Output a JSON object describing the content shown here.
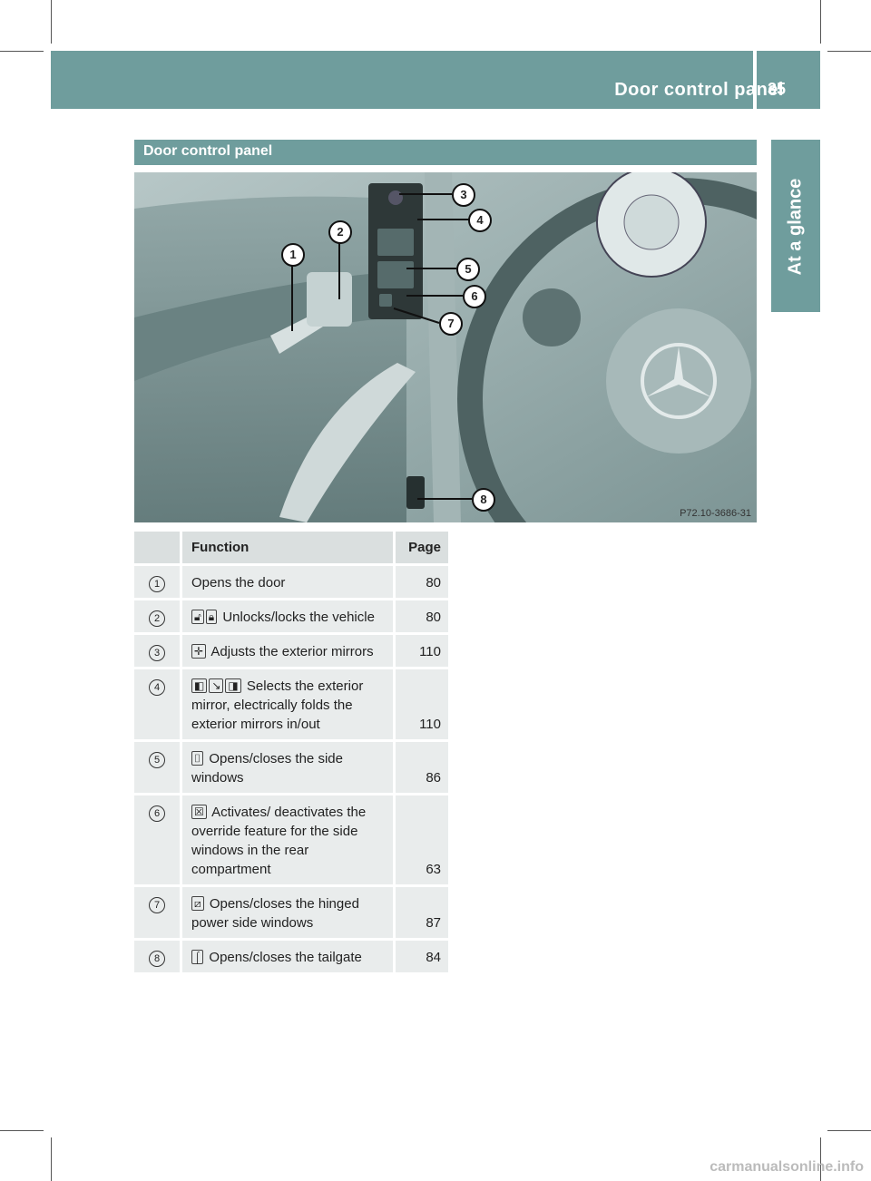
{
  "header": {
    "title": "Door control panel",
    "page_number": "35"
  },
  "side_tab": {
    "label": "At a glance"
  },
  "section": {
    "title": "Door control panel"
  },
  "figure": {
    "callouts": [
      "1",
      "2",
      "3",
      "4",
      "5",
      "6",
      "7",
      "8"
    ],
    "code": "P72.10-3686-31"
  },
  "table": {
    "headers": {
      "number": "",
      "function": "Function",
      "page": "Page"
    },
    "rows": [
      {
        "num": "1",
        "symbols": [],
        "text": "Opens the door",
        "page": "80"
      },
      {
        "num": "2",
        "symbols": [
          "lock-open-icon",
          "lock-closed-icon"
        ],
        "text": "Unlocks/locks the vehicle",
        "page": "80"
      },
      {
        "num": "3",
        "symbols": [
          "mirror-adjust-icon"
        ],
        "text": "Adjusts the exterior mirrors",
        "page": "110"
      },
      {
        "num": "4",
        "symbols": [
          "mirror-left-icon",
          "mirror-fold-icon",
          "mirror-right-icon"
        ],
        "text": "Selects the exterior mirror, electrically folds the exterior mirrors in/out",
        "page": "110"
      },
      {
        "num": "5",
        "symbols": [
          "window-icon"
        ],
        "text": "Opens/closes the side windows",
        "page": "86"
      },
      {
        "num": "6",
        "symbols": [
          "override-icon"
        ],
        "text": "Activates/ deactivates the override feature for the side windows in the rear compartment",
        "page": "63"
      },
      {
        "num": "7",
        "symbols": [
          "hinged-window-icon"
        ],
        "text": "Opens/closes the hinged power side windows",
        "page": "87"
      },
      {
        "num": "8",
        "symbols": [
          "tailgate-icon"
        ],
        "text": "Opens/closes the tailgate",
        "page": "84"
      }
    ]
  },
  "footer": {
    "watermark": "carmanualsonline.info"
  },
  "colors": {
    "accent": "#6f9d9d",
    "row_bg": "#e9ecec"
  }
}
